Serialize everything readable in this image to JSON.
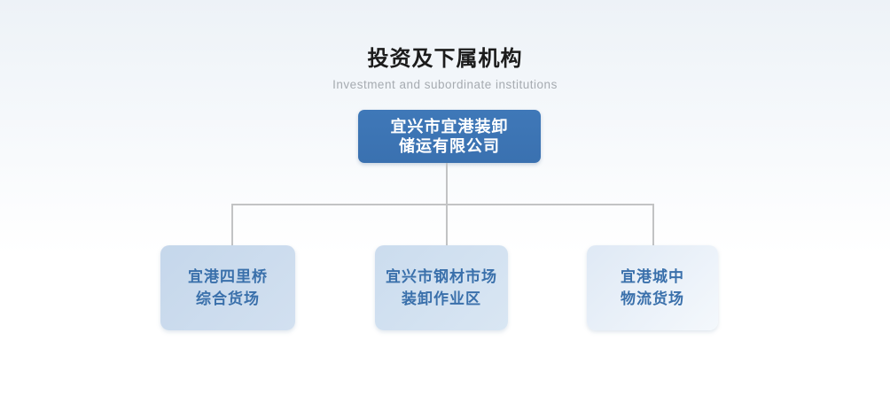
{
  "header": {
    "title": "投资及下属机构",
    "subtitle": "Investment and subordinate institutions"
  },
  "org_chart": {
    "type": "org-tree",
    "root": {
      "lines": [
        "宜兴市宜港装卸",
        "储运有限公司"
      ],
      "full_name": "宜兴市宜港装卸储运有限公司"
    },
    "children": [
      {
        "lines": [
          "宜港四里桥",
          "综合货场"
        ],
        "full_name": "宜港四里桥综合货场"
      },
      {
        "lines": [
          "宜兴市钢材市场",
          "装卸作业区"
        ],
        "full_name": "宜兴市钢材市场装卸作业区"
      },
      {
        "lines": [
          "宜港城中",
          "物流货场"
        ],
        "full_name": "宜港城中物流货场"
      }
    ]
  },
  "colors": {
    "root_box": "#3b74b4",
    "root_text": "#ffffff",
    "child_box_light": "#cbdcee",
    "child_text": "#3a70ab",
    "connector": "#c2c3c4",
    "title_text": "#1c1c1c",
    "subtitle_text": "#a6abb1"
  }
}
